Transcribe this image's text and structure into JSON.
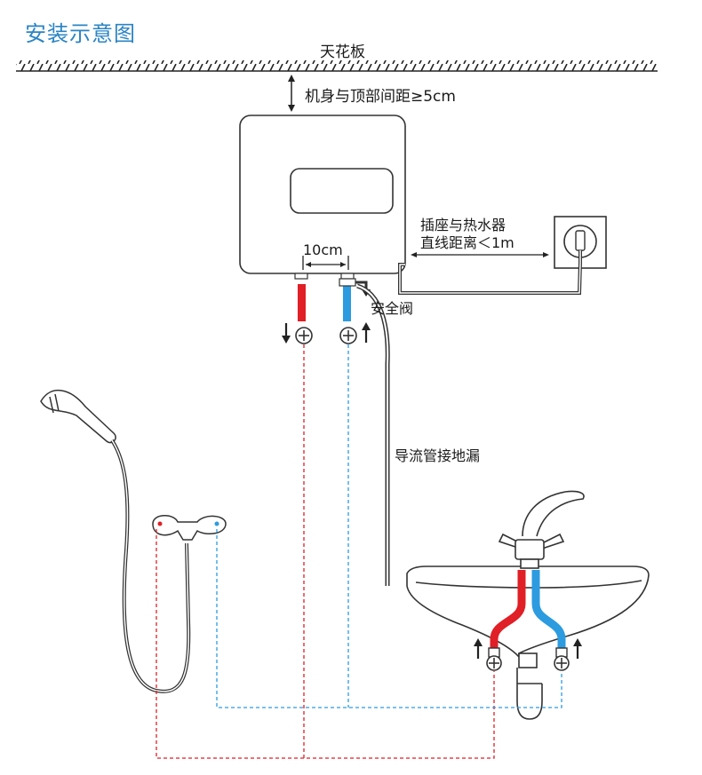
{
  "title": "安装示意图",
  "labels": {
    "ceiling": "天花板",
    "top_clearance": "机身与顶部间距≥5cm",
    "pipe_spacing": "10cm",
    "socket_line1": "插座与热水器",
    "socket_line2": "直线距离＜1m",
    "safety_valve": "安全阀",
    "drain": "导流管接地漏"
  },
  "colors": {
    "title": "#2b84c4",
    "hot": "#e01f26",
    "cold": "#2c9be0",
    "line": "#333333"
  }
}
